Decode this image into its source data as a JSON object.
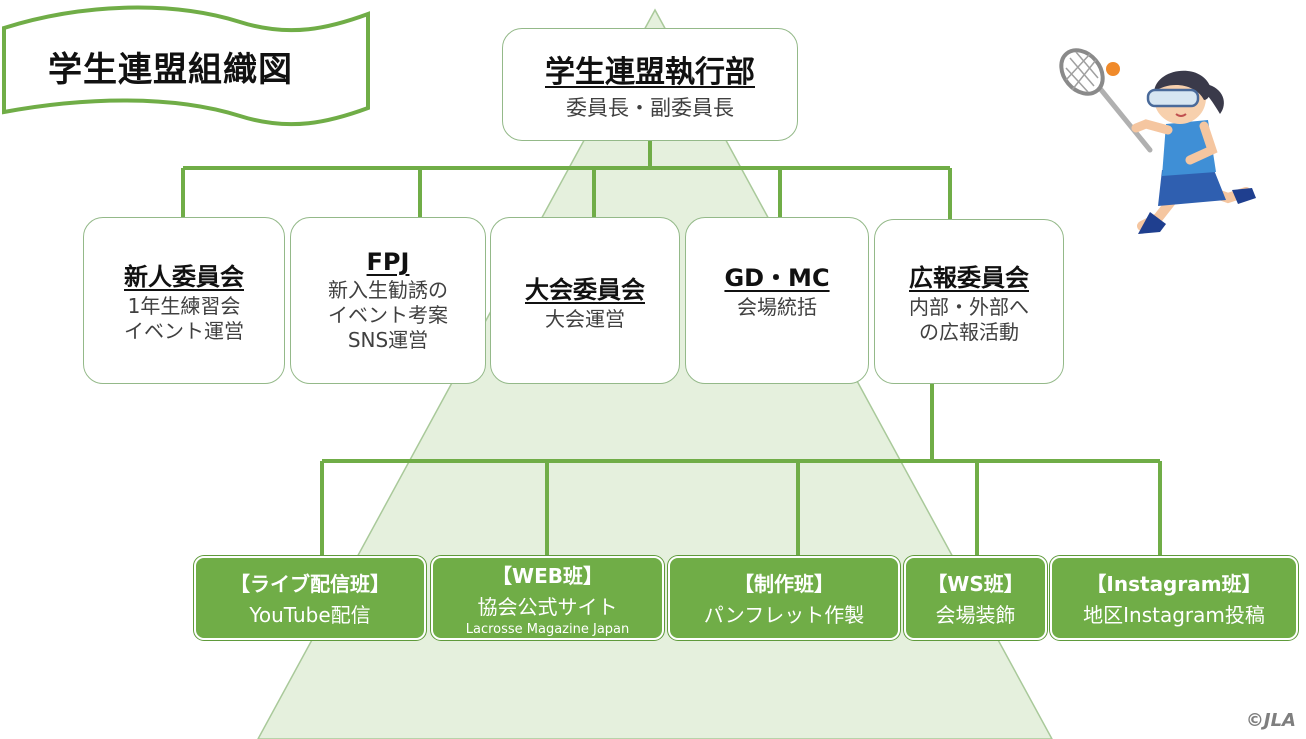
{
  "title": "学生連盟組織図",
  "executive": {
    "name": "学生連盟執行部",
    "desc": "委員長・副委員長"
  },
  "committees": [
    {
      "name": "新人委員会",
      "lines": [
        "1年生練習会",
        "イベント運営"
      ]
    },
    {
      "name": "FPJ",
      "lines": [
        "新入生勧誘の",
        "イベント考案",
        "SNS運営"
      ]
    },
    {
      "name": "大会委員会",
      "lines": [
        "大会運営"
      ]
    },
    {
      "name": "GD・MC",
      "lines": [
        "会場統括"
      ]
    },
    {
      "name": "広報委員会",
      "lines": [
        "内部・外部へ",
        "の広報活動"
      ]
    }
  ],
  "teams": [
    {
      "name": "【ライブ配信班】",
      "desc": "YouTube配信",
      "extra": ""
    },
    {
      "name": "【WEB班】",
      "desc": "協会公式サイト",
      "extra": "Lacrosse Magazine Japan"
    },
    {
      "name": "【制作班】",
      "desc": "パンフレット作製",
      "extra": ""
    },
    {
      "name": "【WS班】",
      "desc": "会場装飾",
      "extra": ""
    },
    {
      "name": "【Instagram班】",
      "desc": "地区Instagram投稿",
      "extra": ""
    }
  ],
  "copyright": "©JLA",
  "colors": {
    "accent": "#70ad47",
    "pyramid": "#e4efdc",
    "line": "#70ad47"
  }
}
